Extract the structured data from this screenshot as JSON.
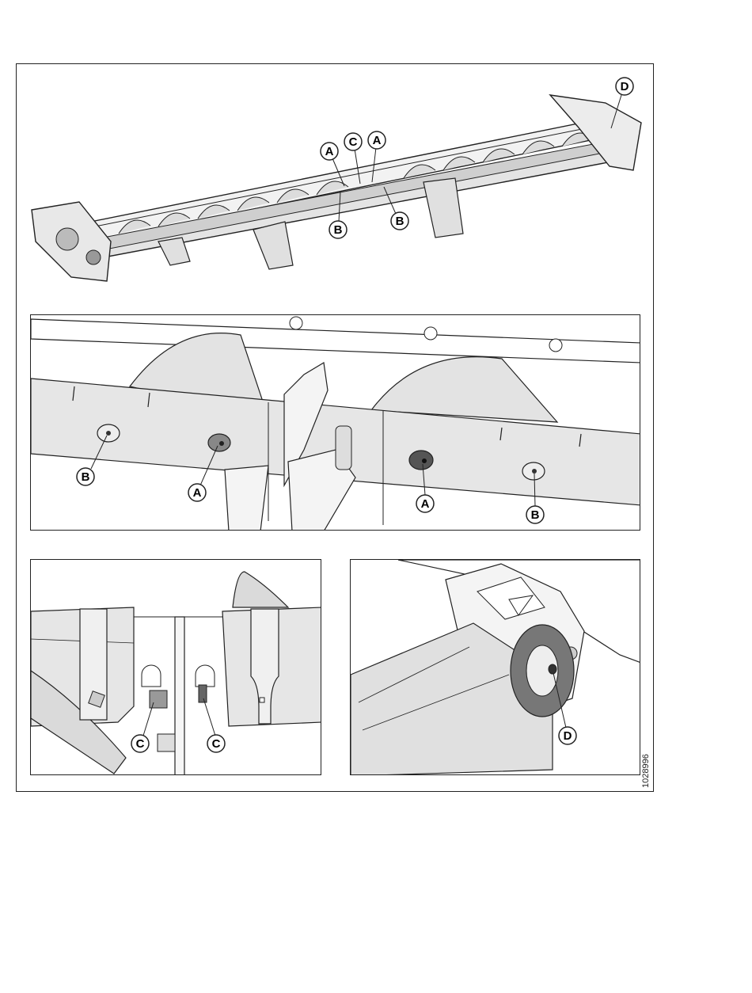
{
  "callouts": {
    "a": "A",
    "b": "B",
    "c": "C",
    "d": "D"
  },
  "figure_id": "1028996"
}
